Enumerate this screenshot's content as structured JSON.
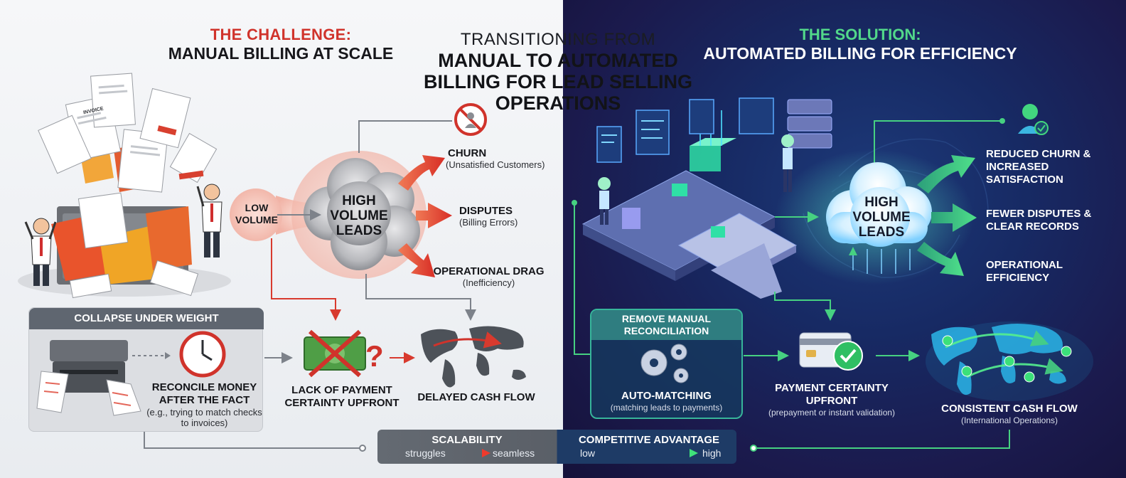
{
  "title": {
    "line1": "TRANSITIONING FROM",
    "line2": "MANUAL TO AUTOMATED",
    "line3": "BILLING FOR LEAD SELLING",
    "line4": "OPERATIONS"
  },
  "challenge": {
    "label": "THE CHALLENGE:",
    "heading": "MANUAL BILLING AT SCALE",
    "low_volume": "LOW VOLUME",
    "cloud": "HIGH VOLUME LEADS",
    "outcomes": [
      {
        "title": "CHURN",
        "sub": "(Unsatisfied Customers)"
      },
      {
        "title": "DISPUTES",
        "sub": "(Billing Errors)"
      },
      {
        "title": "OPERATIONAL DRAG",
        "sub": "(Inefficiency)"
      }
    ],
    "collapse_label": "COLLAPSE UNDER WEIGHT",
    "reconcile_title": "RECONCILE MONEY AFTER THE FACT",
    "reconcile_sub": "(e.g., trying to match checks to invoices)",
    "lack_title": "LACK OF PAYMENT CERTAINTY UPFRONT",
    "delayed_title": "DELAYED CASH FLOW",
    "invoice_text": "INVOICE"
  },
  "solution": {
    "label": "THE SOLUTION:",
    "heading": "AUTOMATED BILLING FOR EFFICIENCY",
    "cloud": "HIGH VOLUME LEADS",
    "outcomes": [
      {
        "title": "REDUCED CHURN & INCREASED SATISFACTION"
      },
      {
        "title": "FEWER DISPUTES & CLEAR RECORDS"
      },
      {
        "title": "OPERATIONAL EFFICIENCY"
      }
    ],
    "remove_label": "REMOVE MANUAL RECONCILIATION",
    "auto_title": "AUTO-MATCHING",
    "auto_sub": "(matching leads to payments)",
    "payment_title": "PAYMENT CERTAINTY UPFRONT",
    "payment_sub": "(prepayment or instant validation)",
    "cash_title": "CONSISTENT CASH FLOW",
    "cash_sub": "(International Operations)"
  },
  "bottom": {
    "scalability": "SCALABILITY",
    "struggles": "struggles",
    "seamless": "seamless",
    "competitive": "COMPETITIVE ADVANTAGE",
    "low": "low",
    "high": "high"
  },
  "colors": {
    "red": "#d0332b",
    "green": "#52d88a",
    "navy": "#172a64",
    "teal": "#37b59a"
  }
}
